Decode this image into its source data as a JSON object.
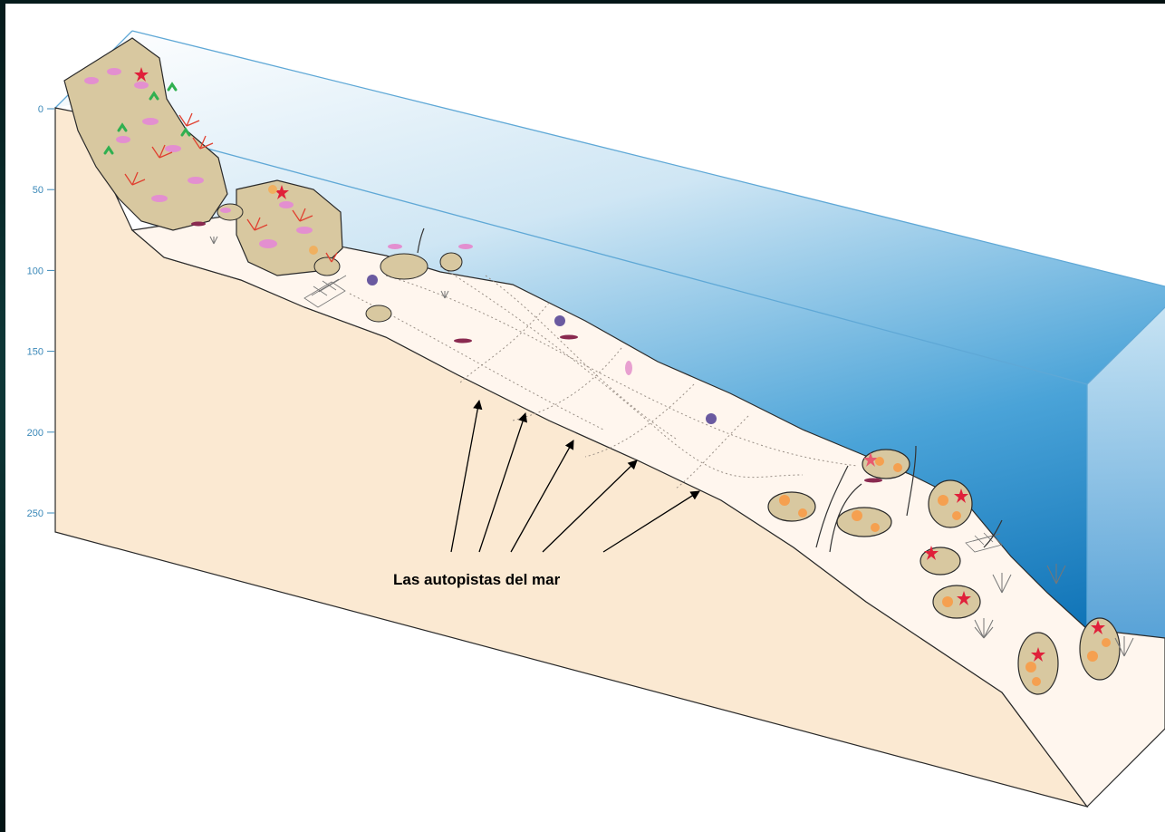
{
  "depth_axis": {
    "ticks": [
      "0",
      "50",
      "100",
      "150",
      "200",
      "250"
    ]
  },
  "annotation": {
    "caption": "Las autopistas del mar",
    "arrow_count": 5
  },
  "colors": {
    "water_top": "#ffffff",
    "water_bottom": "#0a78c0",
    "seabed": "#fbe9d2",
    "soft_bottom": "#fff7f0",
    "rock": "#d8c8a0",
    "outline": "#2a2a2a",
    "depth_label": "#3a88b8"
  },
  "icons": [
    "coral-red-icon",
    "algae-pink-icon",
    "gorgonian-icon",
    "sponge-icon",
    "seagrass-icon",
    "starfish-icon",
    "net-icon"
  ]
}
